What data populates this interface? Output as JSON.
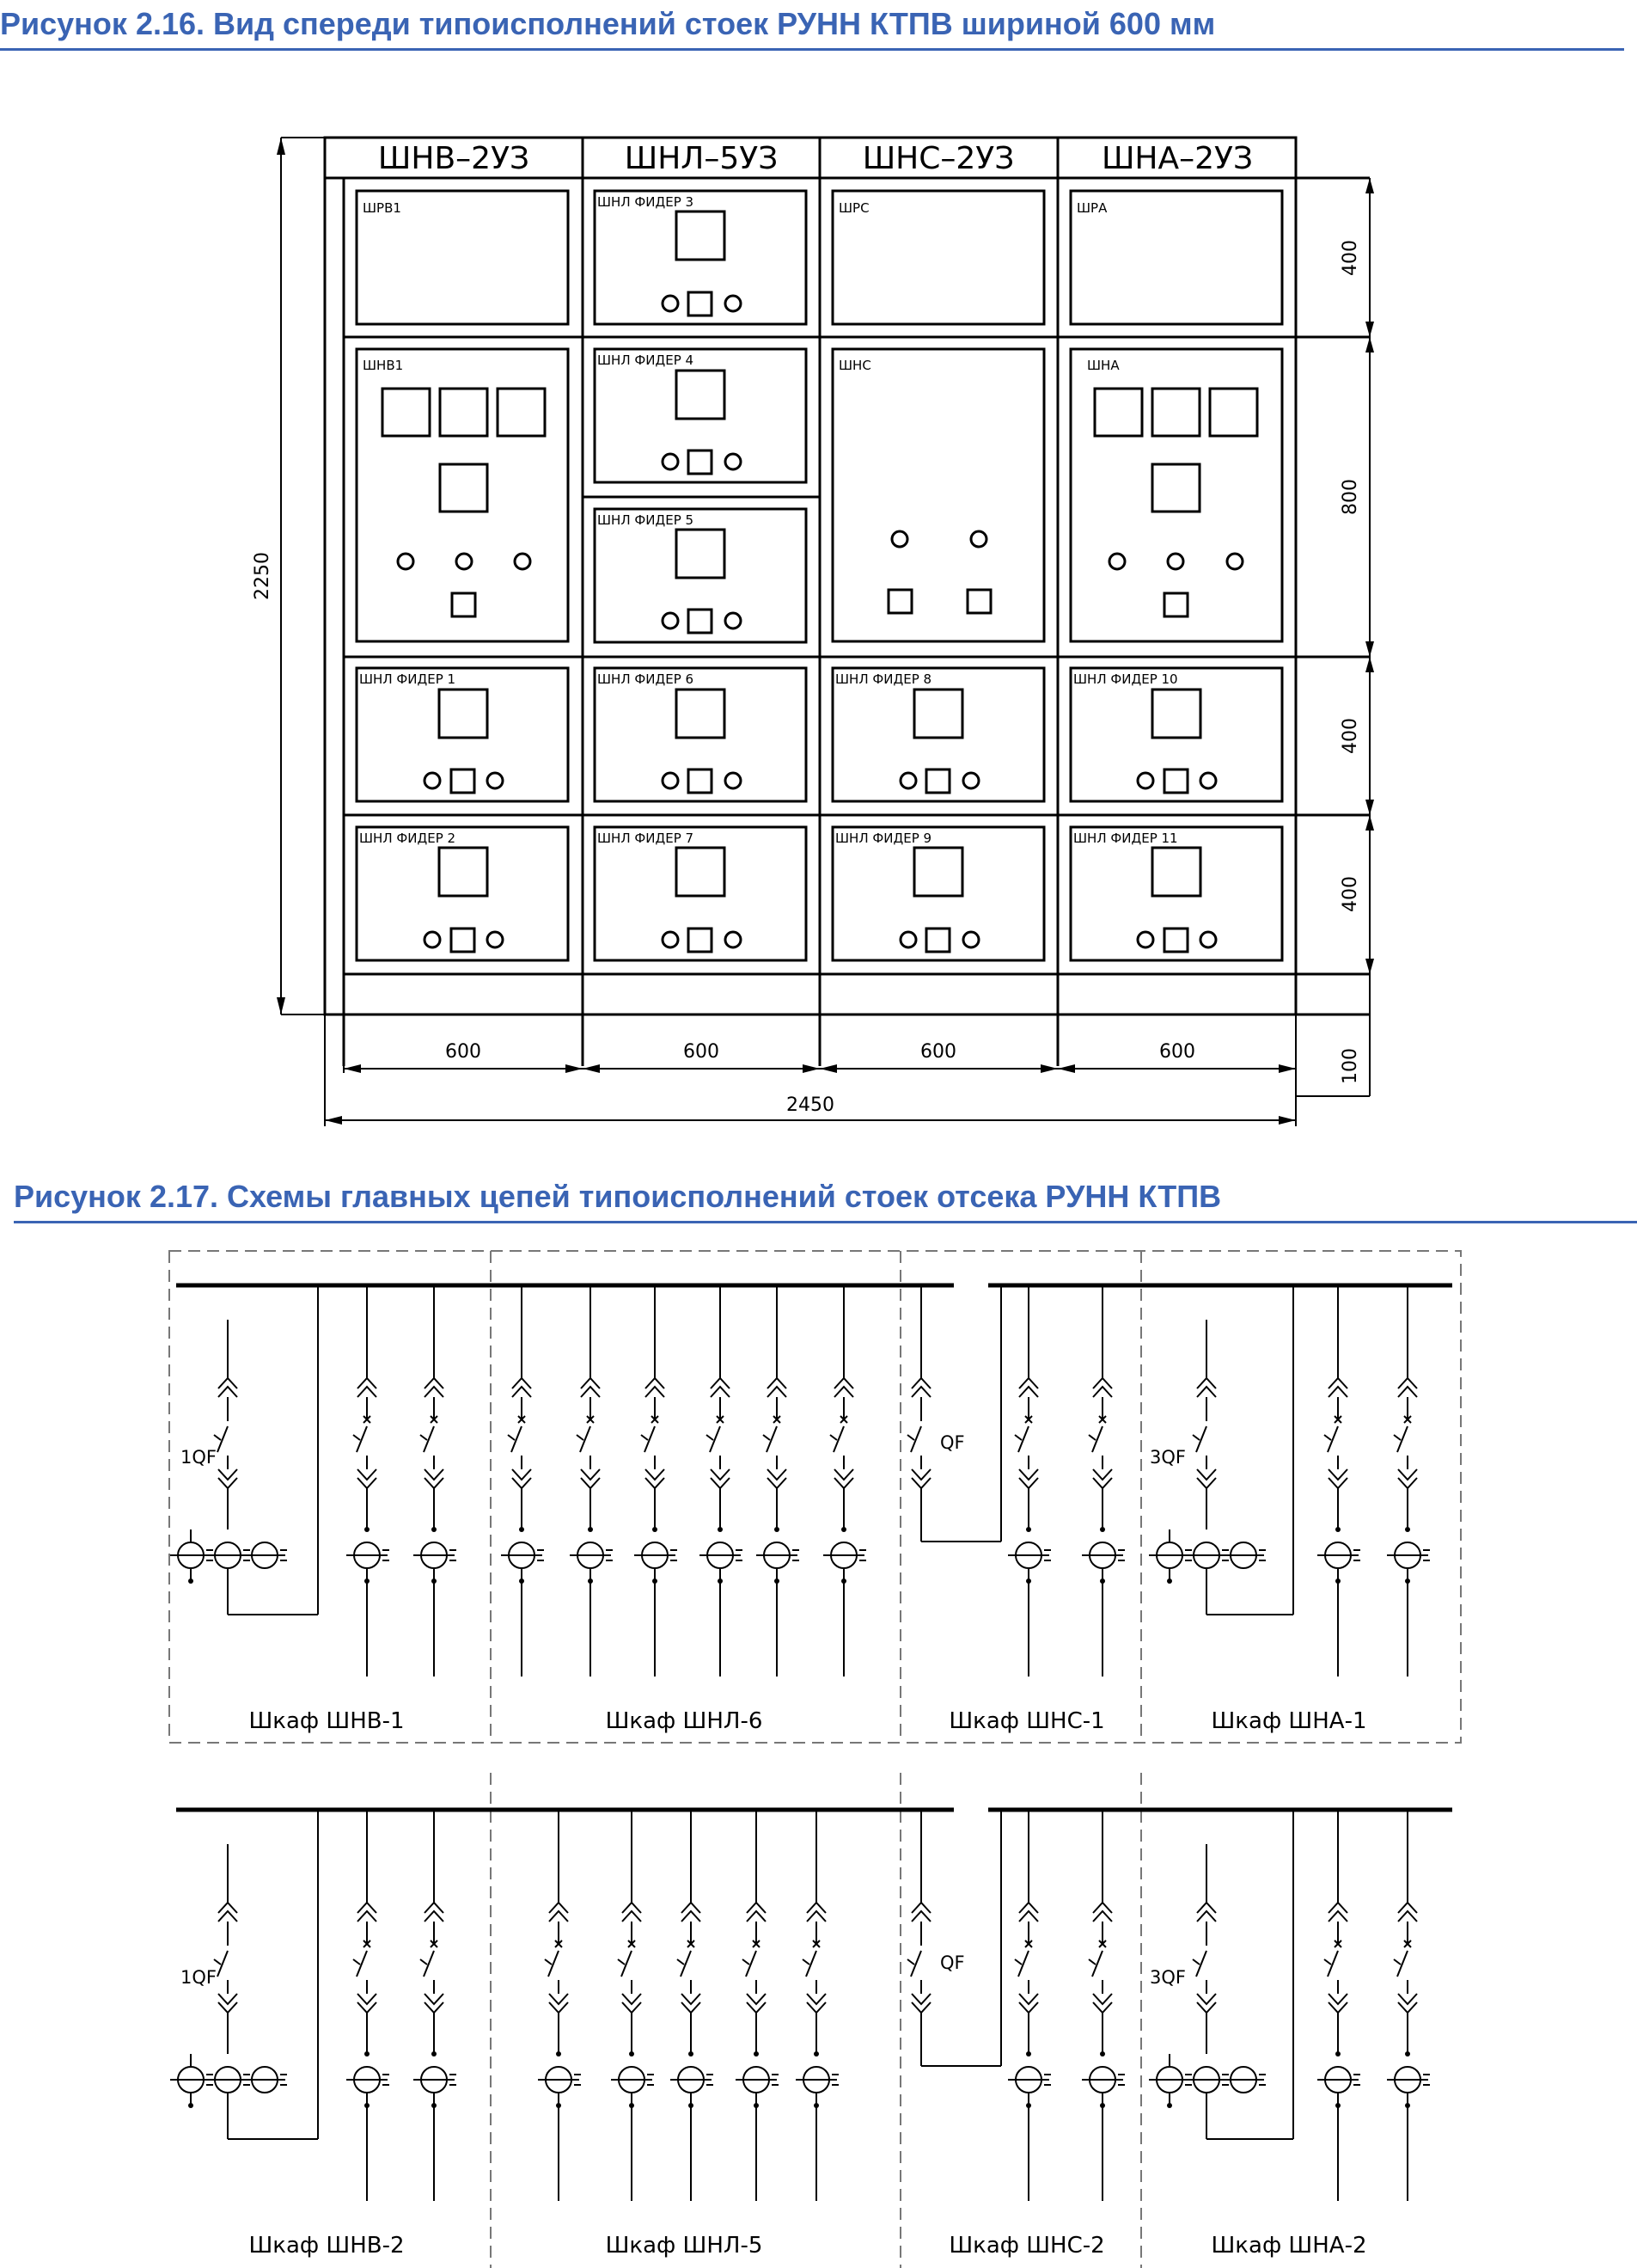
{
  "figure1": {
    "caption": "Рисунок 2.16. Вид спереди типоисполнений стоек РУНН КТПВ шириной 600 мм",
    "columns": [
      {
        "header": "ШНВ–2УЗ",
        "panels": [
          "ШРВ1",
          "ШНВ1",
          "ШНЛ ФИДЕР 1",
          "ШНЛ ФИДЕР 2"
        ]
      },
      {
        "header": "ШНЛ–5УЗ",
        "panels": [
          "ШНЛ ФИДЕР 3",
          "ШНЛ ФИДЕР 4",
          "ШНЛ ФИДЕР 5",
          "ШНЛ ФИДЕР 6",
          "ШНЛ ФИДЕР 7"
        ]
      },
      {
        "header": "ШНС–2УЗ",
        "panels": [
          "ШРС",
          "ШНС",
          "ШНЛ ФИДЕР 8",
          "ШНЛ ФИДЕР 9"
        ]
      },
      {
        "header": "ШНА–2УЗ",
        "panels": [
          "ШРА",
          "ШНА",
          "ШНЛ ФИДЕР 10",
          "ШНЛ ФИДЕР 11"
        ]
      }
    ],
    "dimensions": {
      "total_height": "2250",
      "total_width": "2450",
      "column_width": "600",
      "row_heights": [
        "400",
        "800",
        "400",
        "400",
        "100"
      ]
    }
  },
  "figure2": {
    "caption": "Рисунок 2.17. Схемы главных цепей типоисполнений стоек отсека РУНН КТПВ",
    "rows": [
      {
        "labels": [
          "Шкаф ШНВ-1",
          "Шкаф ШНЛ-6",
          "Шкаф ШНС-1",
          "Шкаф ШНА-1"
        ],
        "feeders": 6
      },
      {
        "labels": [
          "Шкаф ШНВ-2",
          "Шкаф ШНЛ-5",
          "Шкаф ШНС-2",
          "Шкаф ШНА-2"
        ],
        "feeders": 5
      }
    ],
    "breakers": {
      "left": "1QF",
      "middle": "QF",
      "right": "3QF"
    }
  }
}
